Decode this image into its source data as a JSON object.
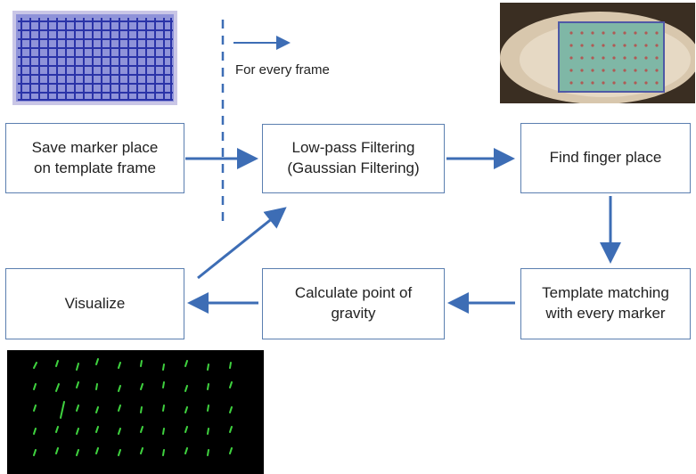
{
  "boxes": {
    "save_marker": "Save marker place\non template frame",
    "low_pass": "Low-pass Filtering\n(Gaussian Filtering)",
    "find_finger": "Find finger place",
    "template_matching": "Template matching\nwith every marker",
    "calc_gravity": "Calculate point of\ngravity",
    "visualize": "Visualize"
  },
  "legend": {
    "label": "For every frame"
  },
  "colors": {
    "arrow": "#3d6db5",
    "box_border": "#5b7fb0",
    "marker_green": "#3fd23f"
  }
}
